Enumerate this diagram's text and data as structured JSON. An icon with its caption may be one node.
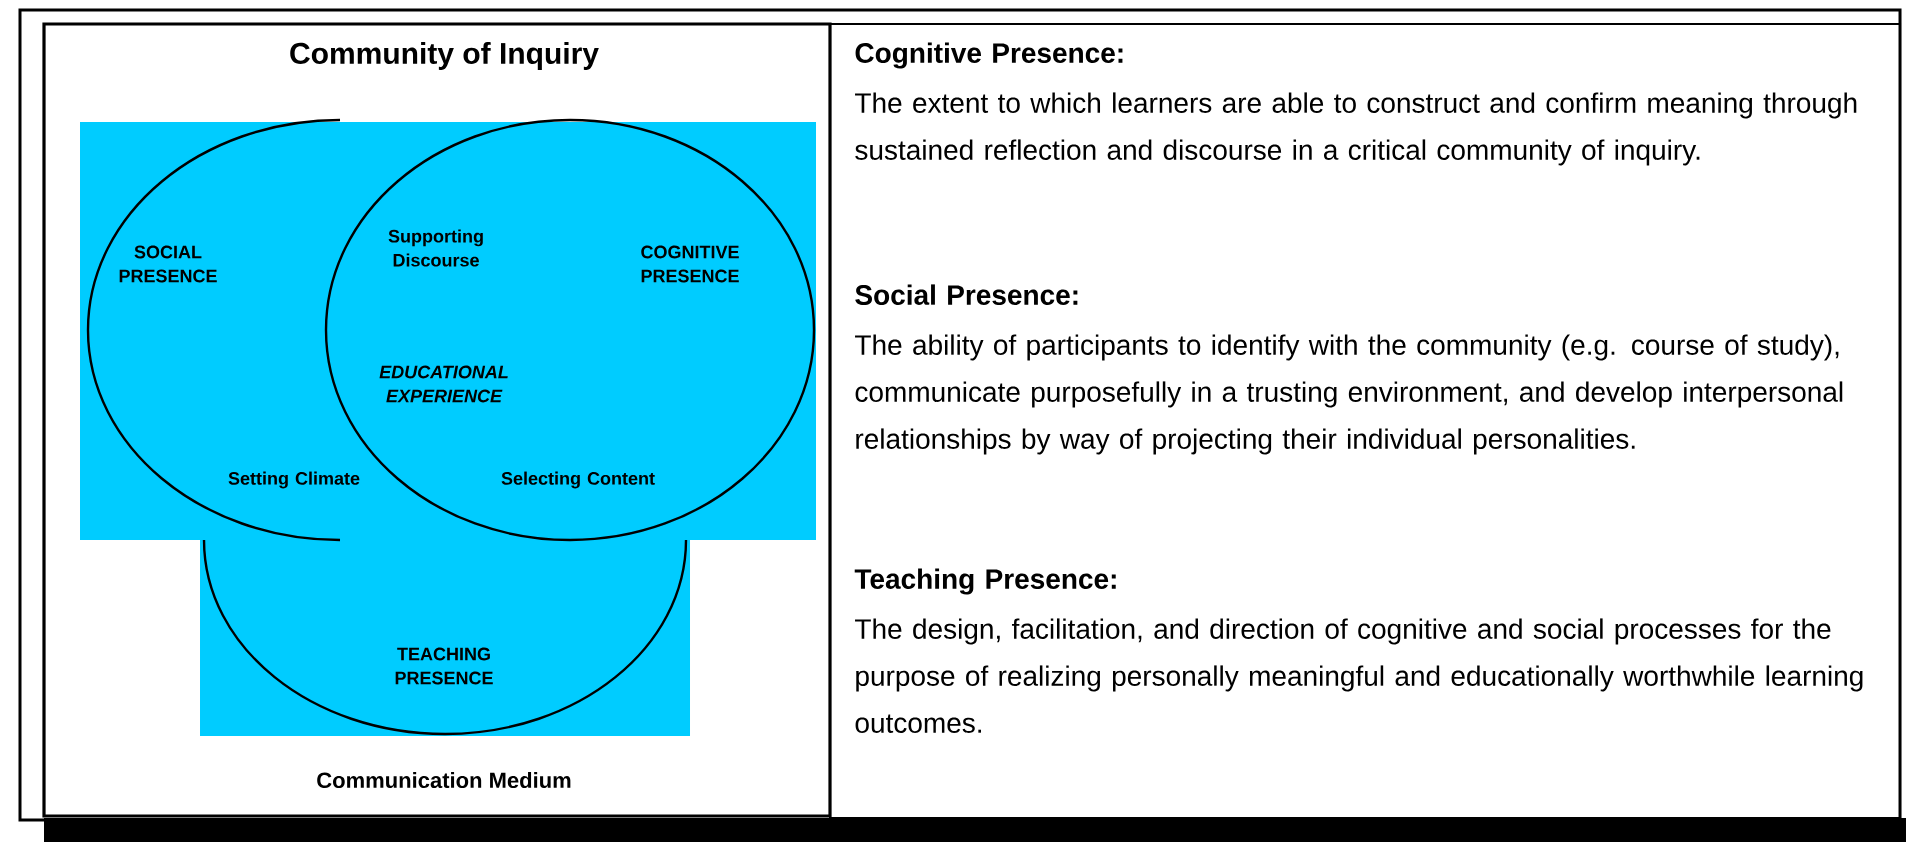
{
  "diagram": {
    "nodes": [
      {
        "text": [
          "Community of Inquiry",
          "Communication Medium"
        ]
      },
      {
        "text": [
          "SOCIAL PRESENCE"
        ],
        "in": 0
      },
      {
        "text": [
          "COGNITIVE PRESENCE"
        ],
        "in": 0
      },
      {
        "text": [
          "TEACHING PRESENCE"
        ],
        "in": 0
      },
      {
        "text": [
          "Cognitive Presence:",
          "The extent to which learners are able to construct and confirm meaning through sustained reflection and discourse in a critical community of inquiry.",
          "Social Presence:",
          "The ability of participants to identify with the community (e.g. course of study), communicate purposefully in a trusting environment, and develop interpersonal relationships by way of projecting their individual personalities.",
          "Teaching Presence:",
          "The design, facilitation, and direction of cognitive and social processes for the purpose of realizing personally meaningful and educationally worthwhile learning outcomes."
        ]
      }
    ],
    "labels": [
      "Supporting Discourse",
      "EDUCATIONAL EXPERIENCE",
      "Setting Climate",
      "Selecting Content"
    ]
  }
}
